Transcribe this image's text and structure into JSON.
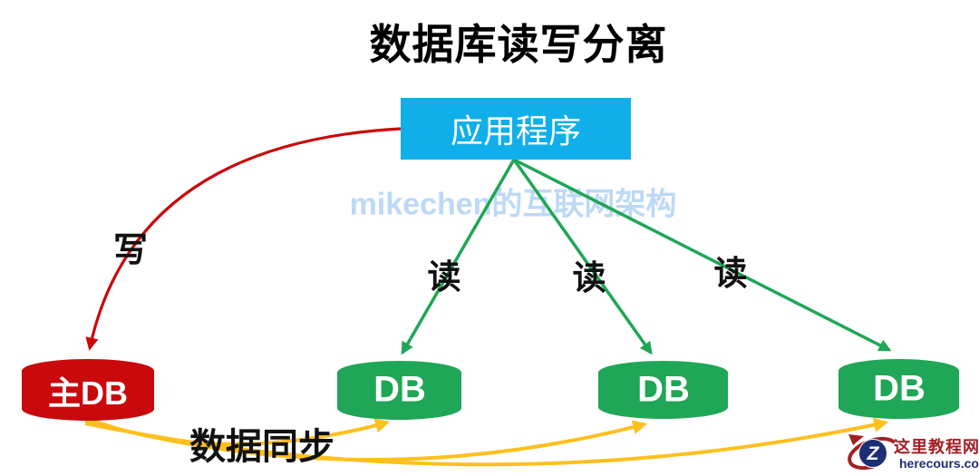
{
  "title": "数据库读写分离",
  "watermark": "mikechen的互联网架构",
  "app_box": {
    "label": "应用程序"
  },
  "edges": {
    "write_label": "写",
    "read_labels": [
      "读",
      "读",
      "读"
    ],
    "sync_label": "数据同步"
  },
  "databases": {
    "master": {
      "label": "主DB"
    },
    "replicas": [
      {
        "label": "DB"
      },
      {
        "label": "DB"
      },
      {
        "label": "DB"
      }
    ]
  },
  "logo": {
    "monogram": "Z",
    "site_name": "这里教程网",
    "site_url": "herecours.com"
  },
  "colors": {
    "app_box": "#10AFEA",
    "master_db": "#C9090C",
    "replica_db": "#1FA656",
    "write_arrow": "#C9090C",
    "read_arrow": "#1FA656",
    "sync_arrow": "#FFC01E",
    "watermark": "#BDD9F6",
    "label_text": "#111111",
    "logo_red": "#A32024",
    "logo_navy": "#1D2F72"
  }
}
